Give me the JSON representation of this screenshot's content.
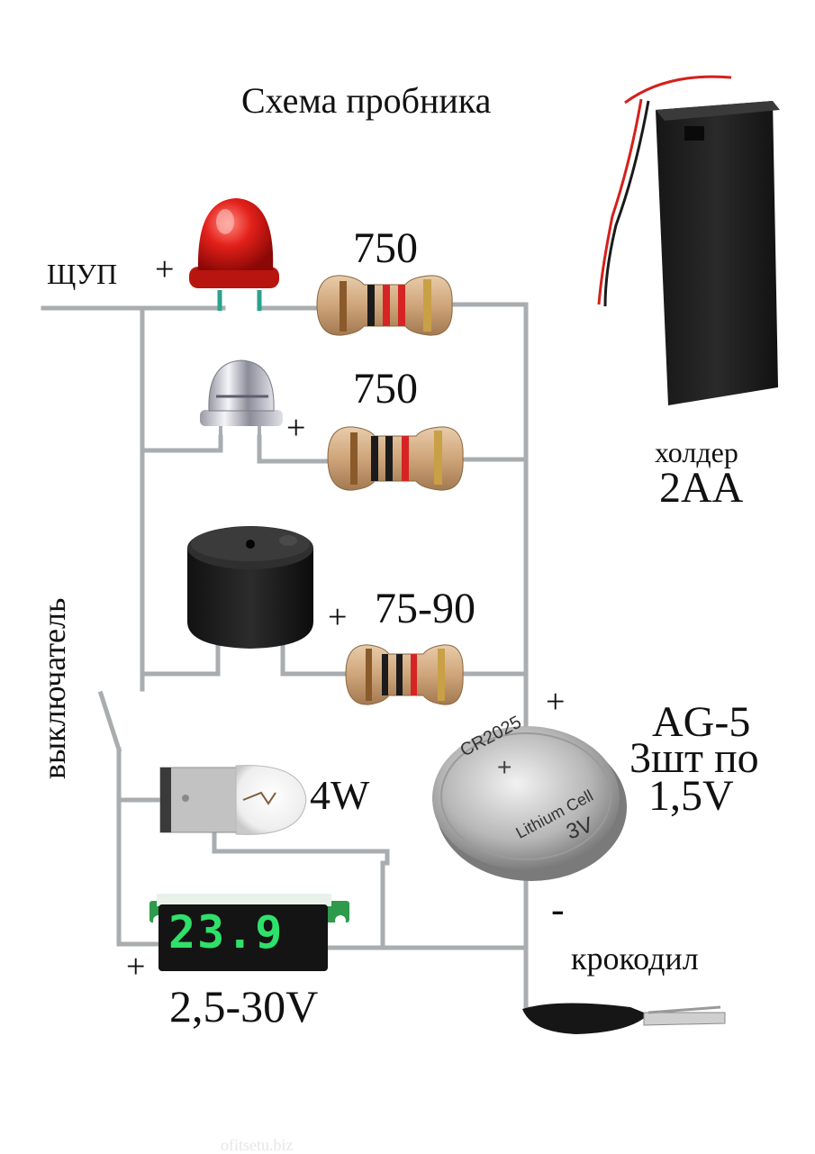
{
  "title": "Схема пробника",
  "labels": {
    "probe": "ЩУП",
    "resistor_1": "750",
    "resistor_2": "750",
    "resistor_3": "75-90",
    "switch": "выключатель",
    "bulb_power": "4W",
    "voltmeter_range": "2,5-30V",
    "holder_line1": "холдер",
    "holder_line2": "2AA",
    "battery_line1": "AG-5",
    "battery_line2": "3шт по",
    "battery_line3": "1,5V",
    "clip": "крокодил",
    "plus": "+",
    "minus": "-"
  },
  "components": {
    "voltmeter_display": "23.9",
    "coin_cell_model": "CR2025",
    "coin_cell_sign": "+",
    "coin_cell_text": "Lithium Cell",
    "coin_cell_voltage": "3V",
    "watermark": "ofitsetu.biz"
  },
  "colors": {
    "wire": "#a9adaf",
    "led_red": "#d8201c",
    "display_green": "#2fe06a",
    "resistor_body": "#d2ad84",
    "battery_box": "#1f1f1f"
  }
}
